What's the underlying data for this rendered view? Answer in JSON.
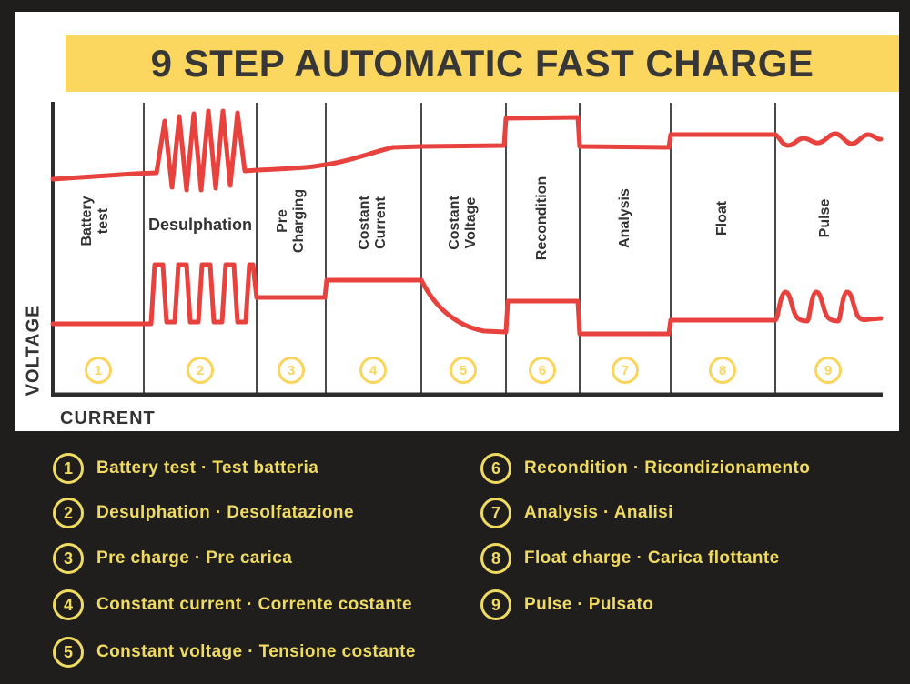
{
  "title": "9 STEP AUTOMATIC FAST CHARGE",
  "axes": {
    "y": "VOLTAGE",
    "x": "CURRENT"
  },
  "chart": {
    "sections": [
      {
        "num": "1",
        "label": "Battery\ntest"
      },
      {
        "num": "2",
        "label": "Desulphation"
      },
      {
        "num": "3",
        "label": "Pre\nCharging"
      },
      {
        "num": "4",
        "label": "Costant\nCurrent"
      },
      {
        "num": "5",
        "label": "Costant\nVoltage"
      },
      {
        "num": "6",
        "label": "Recondition"
      },
      {
        "num": "7",
        "label": "Analysis"
      },
      {
        "num": "8",
        "label": "Float"
      },
      {
        "num": "9",
        "label": "Pulse"
      }
    ]
  },
  "legend": {
    "items": [
      {
        "num": "1",
        "text": "Battery test · Test batteria"
      },
      {
        "num": "2",
        "text": "Desulphation · Desolfatazione"
      },
      {
        "num": "3",
        "text": "Pre charge · Pre carica"
      },
      {
        "num": "4",
        "text": "Constant current · Corrente costante"
      },
      {
        "num": "5",
        "text": "Constant voltage · Tensione costante"
      },
      {
        "num": "6",
        "text": "Recondition · Ricondizionamento"
      },
      {
        "num": "7",
        "text": "Analysis · Analisi"
      },
      {
        "num": "8",
        "text": "Float charge · Carica flottante"
      },
      {
        "num": "9",
        "text": "Pulse · Pulsato"
      }
    ]
  },
  "colors": {
    "background": "#1f1e1c",
    "panel": "#ffffff",
    "banner_yellow": "#fcd75f",
    "curve_red": "#e8423e",
    "legend_yellow": "#f0db62",
    "chart_circle_yellow": "#fbd45c",
    "text_dark": "#333333"
  },
  "chart_data": {
    "type": "line",
    "title": "9 STEP AUTOMATIC FAST CHARGE",
    "xlabel": "CURRENT",
    "ylabel": "VOLTAGE",
    "legend_position": "below",
    "grid": "vertical section dividers only",
    "series": [
      {
        "name": "Voltage (upper red curve)",
        "phases": [
          "1 Battery test: low flat with slight rise",
          "2 Desulphation: high-amplitude sawtooth spikes (6 peaks)",
          "3 Pre Charging: gentle rise",
          "4 Costant Current: s-curve rise to plateau",
          "5 Costant Voltage: high flat plateau",
          "6 Recondition: stepped-up higher plateau",
          "7 Analysis: back to high flat",
          "8 Float: slightly raised flat",
          "9 Pulse: gentle sine ripple"
        ]
      },
      {
        "name": "Current (lower red curve)",
        "phases": [
          "1 Battery test: low flat",
          "2 Desulphation: square-wave pulses (5 pulses)",
          "3 Pre Charging: medium flat",
          "4 Costant Current: stepped-up high flat",
          "5 Costant Voltage: exponential decay",
          "6 Recondition: raised plateau then drop",
          "7 Analysis: low flat",
          "8 Float: slightly raised flat",
          "9 Pulse: periodic sharp pulses (3 humps)"
        ]
      }
    ]
  }
}
